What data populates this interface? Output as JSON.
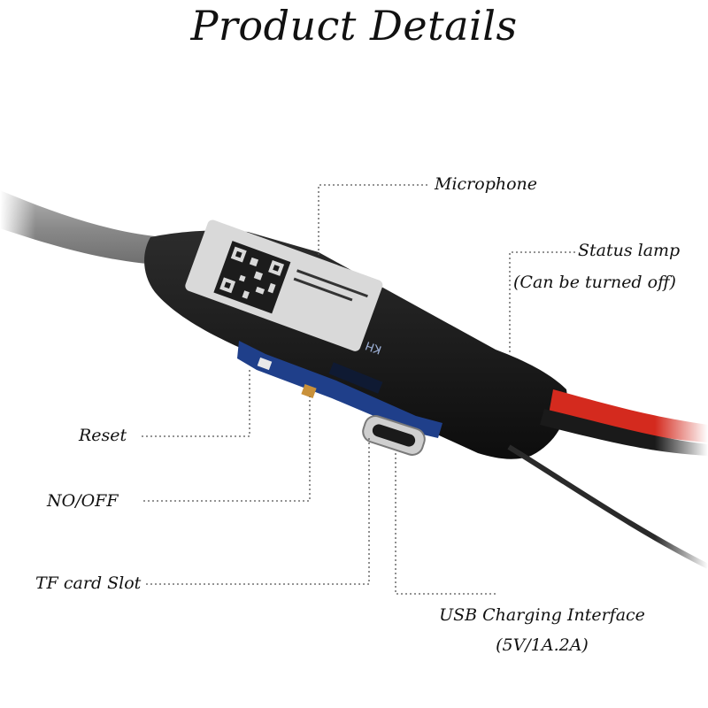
{
  "title": "Product Details",
  "labels": {
    "microphone": "Microphone",
    "status_lamp": "Status lamp",
    "status_lamp_note": "(Can be turned off)",
    "reset": "Reset",
    "power_switch": "NO/OFF",
    "tf_card_slot": "TF card Slot",
    "usb_interface": "USB Charging Interface",
    "usb_spec": "(5V/1A.2A)"
  },
  "device_markings": {
    "brand": "KH"
  },
  "colors": {
    "body": "#1a1a1a",
    "cable": "#8e8e8e",
    "red_wire": "#d42a1e",
    "pcb": "#1f3f8a",
    "sticker": "#d9d9d9"
  }
}
